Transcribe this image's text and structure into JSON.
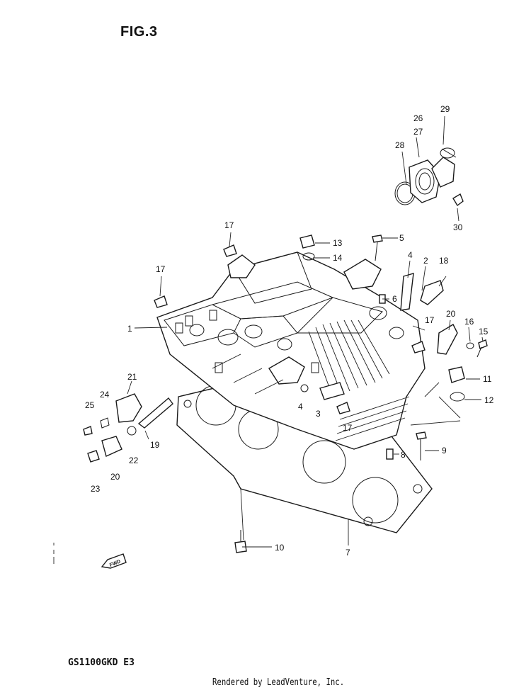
{
  "figure_title": "FIG.3",
  "model_code": "GS1100GKD  E3",
  "credit": "Rendered by LeadVenture, Inc.",
  "fwd_label": "FWD",
  "callouts": [
    {
      "id": "c1",
      "text": "1"
    },
    {
      "id": "c2",
      "text": "2"
    },
    {
      "id": "c3",
      "text": "3"
    },
    {
      "id": "c4a",
      "text": "4"
    },
    {
      "id": "c4b",
      "text": "4"
    },
    {
      "id": "c5",
      "text": "5"
    },
    {
      "id": "c6",
      "text": "6"
    },
    {
      "id": "c7",
      "text": "7"
    },
    {
      "id": "c8",
      "text": "8"
    },
    {
      "id": "c9",
      "text": "9"
    },
    {
      "id": "c10",
      "text": "10"
    },
    {
      "id": "c11",
      "text": "11"
    },
    {
      "id": "c12",
      "text": "12"
    },
    {
      "id": "c13",
      "text": "13"
    },
    {
      "id": "c14",
      "text": "14"
    },
    {
      "id": "c15",
      "text": "15"
    },
    {
      "id": "c16",
      "text": "16"
    },
    {
      "id": "c17a",
      "text": "17"
    },
    {
      "id": "c17b",
      "text": "17"
    },
    {
      "id": "c17c",
      "text": "17"
    },
    {
      "id": "c17d",
      "text": "17"
    },
    {
      "id": "c18",
      "text": "18"
    },
    {
      "id": "c19",
      "text": "19"
    },
    {
      "id": "c20a",
      "text": "20"
    },
    {
      "id": "c20b",
      "text": "20"
    },
    {
      "id": "c21",
      "text": "21"
    },
    {
      "id": "c22",
      "text": "22"
    },
    {
      "id": "c23",
      "text": "23"
    },
    {
      "id": "c24",
      "text": "24"
    },
    {
      "id": "c25",
      "text": "25"
    },
    {
      "id": "c26",
      "text": "26"
    },
    {
      "id": "c27",
      "text": "27"
    },
    {
      "id": "c28",
      "text": "28"
    },
    {
      "id": "c29",
      "text": "29"
    },
    {
      "id": "c30",
      "text": "30"
    }
  ]
}
